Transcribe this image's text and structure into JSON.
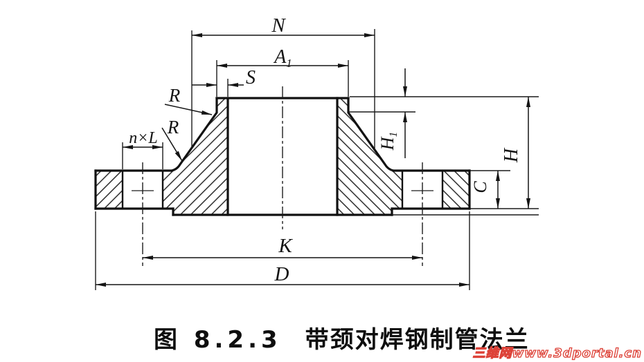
{
  "drawing": {
    "type": "engineering-section-view",
    "subject": "weld-neck pipe flange cross-section",
    "dimension_labels": {
      "N": "N",
      "A1_main": "A",
      "A1_sub": "1",
      "S": "S",
      "R_upper": "R",
      "R_lower": "R",
      "nxL": "n×L",
      "H1_main": "H",
      "H1_sub": "1",
      "H": "H",
      "C": "C",
      "K": "K",
      "D": "D"
    }
  },
  "caption": {
    "number": "图 8.2.3",
    "title": "带颈对焊钢制管法兰"
  },
  "watermark": {
    "text": "三维网www.3dportal.cn",
    "color": "#dd4238"
  },
  "colors": {
    "ink": "#141414",
    "background": "#ffffff",
    "watermark_red": "#dd4238"
  }
}
